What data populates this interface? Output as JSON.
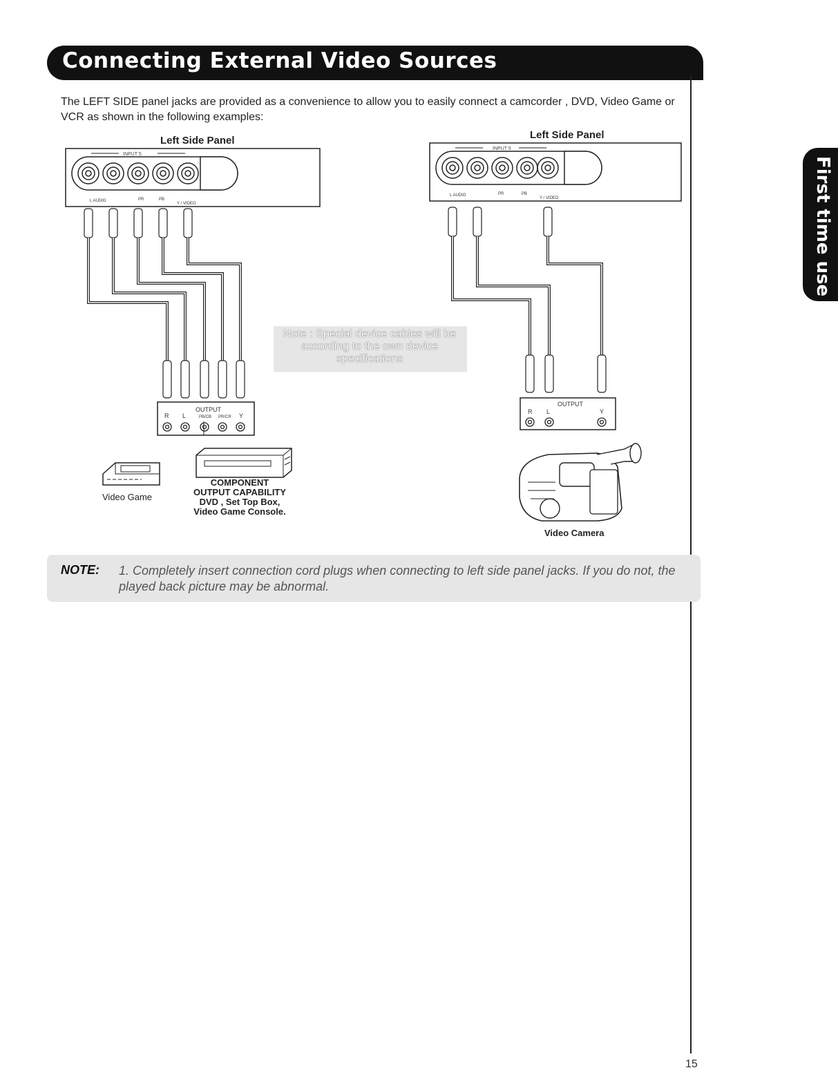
{
  "header": {
    "title": "Connecting External Video Sources"
  },
  "side_tab": {
    "label": "First time use"
  },
  "intro": {
    "text": "The LEFT SIDE panel jacks are provided as a convenience to allow you to easily connect a camcorder , DVD, Video Game or VCR as shown in the following examples:"
  },
  "left_diagram": {
    "panel_title": "Left Side Panel",
    "input_label": "INPUT 5",
    "jack_labels": [
      "L AUDIO",
      "PR",
      "PB",
      "Y / VIDEO"
    ],
    "output_label": "OUTPUT",
    "output_jacks": [
      "R",
      "L",
      "PB/CB",
      "PR/CR",
      "Y"
    ],
    "device_video_game": "Video Game",
    "device_component": [
      "COMPONENT",
      "OUTPUT CAPABILITY",
      "DVD , Set Top Box,",
      "Video Game Console."
    ]
  },
  "right_diagram": {
    "panel_title": "Left Side Panel",
    "input_label": "INPUT 5",
    "jack_labels": [
      "L AUDIO",
      "PR",
      "PB",
      "Y / VIDEO"
    ],
    "output_label": "OUTPUT",
    "output_jacks": [
      "R",
      "L",
      "Y"
    ],
    "device_camera": "Video Camera"
  },
  "mid_note": {
    "text": "Note : Special device cables will be according to the own device specifications"
  },
  "bottom_note": {
    "label": "NOTE:",
    "text": "1. Completely insert connection cord plugs when connecting to left side panel jacks. If you do not, the played back picture may be abnormal."
  },
  "footer": {
    "page_number": "15"
  },
  "colors": {
    "bar": "#111111",
    "line": "#222222",
    "note_bg": "#e6e6e6"
  }
}
